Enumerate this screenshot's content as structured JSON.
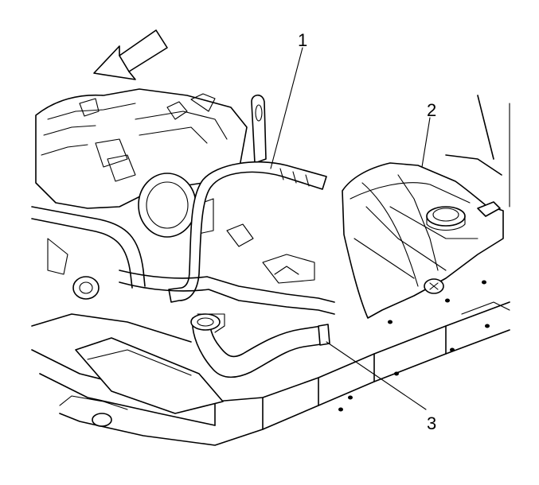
{
  "figure": {
    "callouts": [
      {
        "id": "1",
        "label": "1"
      },
      {
        "id": "2",
        "label": "2"
      },
      {
        "id": "3",
        "label": "3"
      }
    ],
    "icons": {
      "direction_arrow": "front-direction-arrow-icon"
    }
  }
}
